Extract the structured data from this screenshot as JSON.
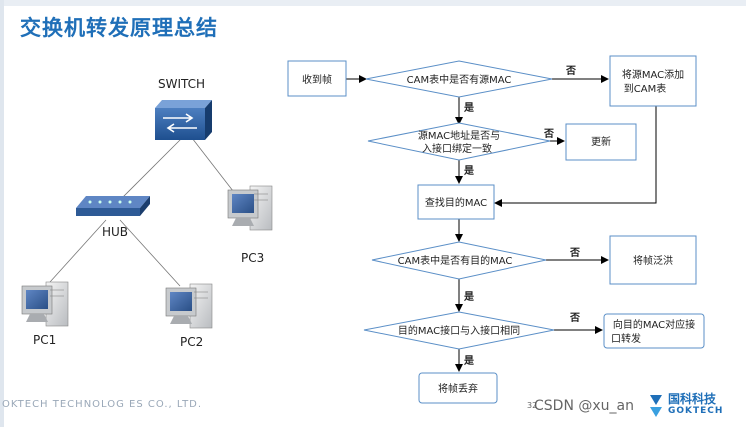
{
  "slide": {
    "title": "交换机转发原理总结",
    "footer": "OKTECH TECHNOLOG ES CO., LTD.",
    "page_number": "32",
    "watermark": "CSDN @xu_an",
    "logo": {
      "name": "国科科技",
      "sub": "GOKTECH",
      "color": "#1f6fb8"
    }
  },
  "network": {
    "switch_label": "SWITCH",
    "hub_label": "HUB",
    "pc1_label": "PC1",
    "pc2_label": "PC2",
    "pc3_label": "PC3"
  },
  "flowchart": {
    "receive": "收到帧",
    "decision_src": "CAM表中是否有源MAC",
    "add_src": [
      "将源MAC添加",
      "到CAM表"
    ],
    "decision_bind": [
      "源MAC地址是否与",
      "入接口绑定一致"
    ],
    "update": "更新",
    "lookup": "查找目的MAC",
    "decision_dst": "CAM表中是否有目的MAC",
    "flood": "将帧泛洪",
    "decision_port": "目的MAC接口与入接口相同",
    "forward": [
      "向目的MAC对应接",
      "口转发"
    ],
    "drop": "将帧丢弃",
    "yes": "是",
    "no": "否"
  },
  "colors": {
    "title": "#1f6fb8",
    "shape_border": "#5b8fc7",
    "shape_fill": "#ffffff",
    "line": "#000000"
  }
}
